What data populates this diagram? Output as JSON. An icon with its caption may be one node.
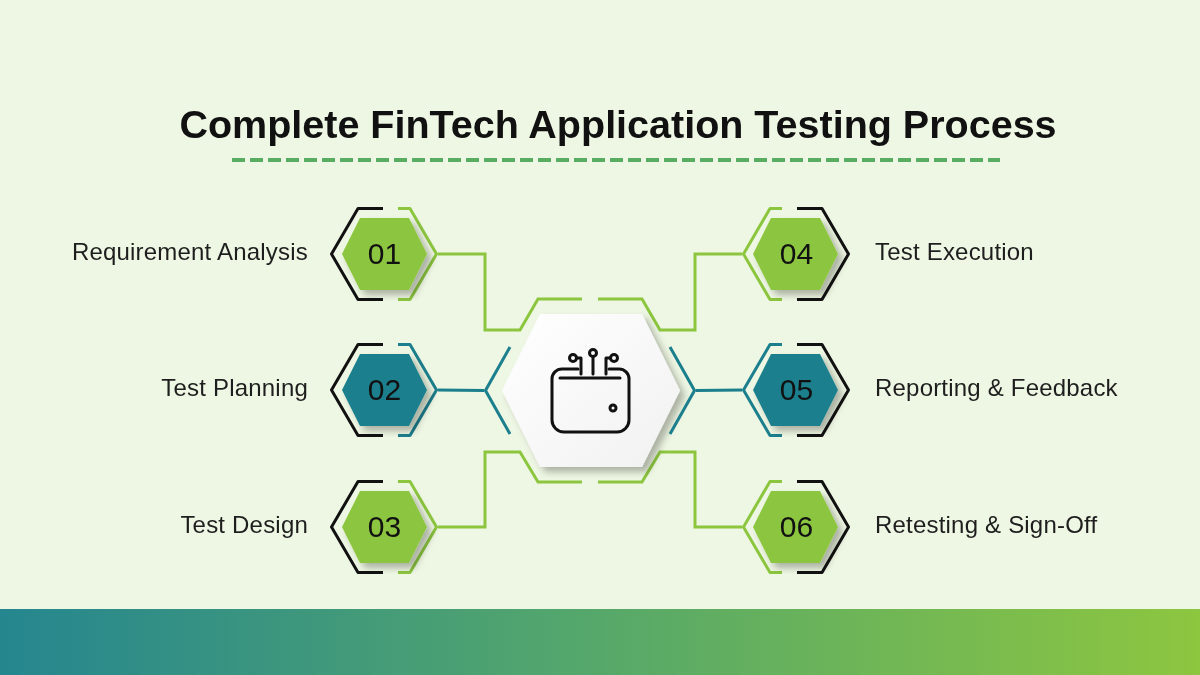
{
  "diagram": {
    "title": "Complete FinTech Application Testing Process",
    "nodes": [
      {
        "text": [
          "01"
        ],
        "beside": [
          "Requirement Analysis"
        ]
      },
      {
        "text": [
          "02"
        ],
        "beside": [
          "Test Planning"
        ]
      },
      {
        "text": [
          "03"
        ],
        "beside": [
          "Test Design"
        ]
      },
      {
        "text": [
          "04"
        ],
        "beside": [
          "Test Execution"
        ]
      },
      {
        "text": [
          "05"
        ],
        "beside": [
          "Reporting & Feedback"
        ]
      },
      {
        "text": [
          "06"
        ],
        "beside": [
          "Retesting & Sign-Off"
        ]
      },
      {
        "text": [],
        "shape": "hexagon"
      }
    ],
    "edges": [
      {
        "from": 0,
        "to": 6,
        "arrow": "none"
      },
      {
        "from": 1,
        "to": 6,
        "arrow": "none",
        "color": "#1c7f8d"
      },
      {
        "from": 2,
        "to": 6,
        "arrow": "none"
      },
      {
        "from": 3,
        "to": 6,
        "arrow": "none"
      },
      {
        "from": 4,
        "to": 6,
        "arrow": "none",
        "color": "#1c7f8d"
      },
      {
        "from": 5,
        "to": 6,
        "arrow": "none"
      }
    ]
  }
}
